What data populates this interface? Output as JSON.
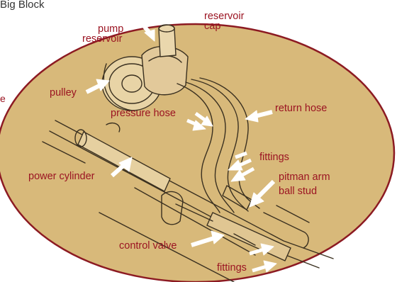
{
  "page": {
    "heading_fragment": "Big Block",
    "edge_fragment": "e"
  },
  "colors": {
    "oval_fill": "#d8b97a",
    "oval_border": "#8c1a22",
    "label_text": "#9b1422",
    "arrow_fill": "#ffffff",
    "line_art": "#3a3020"
  },
  "labels": {
    "reservoir_cap": [
      "reservoir",
      "cap"
    ],
    "pump_reservoir": [
      "pump",
      "reservoir"
    ],
    "pulley": "pulley",
    "pressure_hose": "pressure hose",
    "return_hose": "return hose",
    "fittings_upper": "fittings",
    "pitman_arm_ball_stud": [
      "pitman arm",
      "ball stud"
    ],
    "power_cylinder": "power cylinder",
    "control_valve": "control valve",
    "fittings_lower": "fittings"
  }
}
